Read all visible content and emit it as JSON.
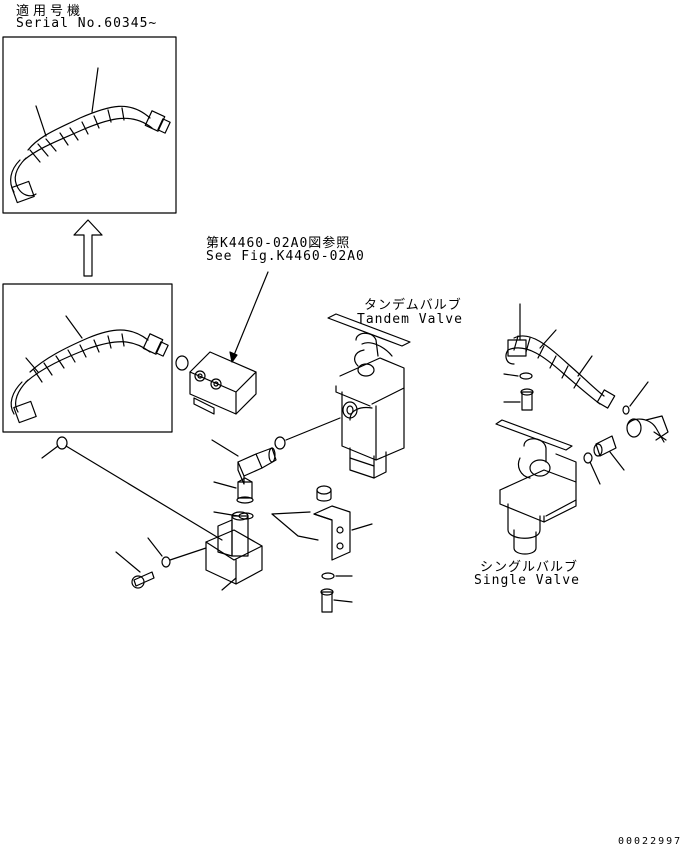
{
  "serial": {
    "label_jp": "適用号機",
    "label_en": "Serial No.60345~"
  },
  "reference": {
    "jp": "第K4460-02A0図参照",
    "en": "See Fig.K4460-02A0"
  },
  "tandem_valve": {
    "jp": "タンデムバルブ",
    "en": "Tandem Valve"
  },
  "single_valve": {
    "jp": "シングルバルブ",
    "en": "Single Valve"
  },
  "drawing_number": "00022997"
}
